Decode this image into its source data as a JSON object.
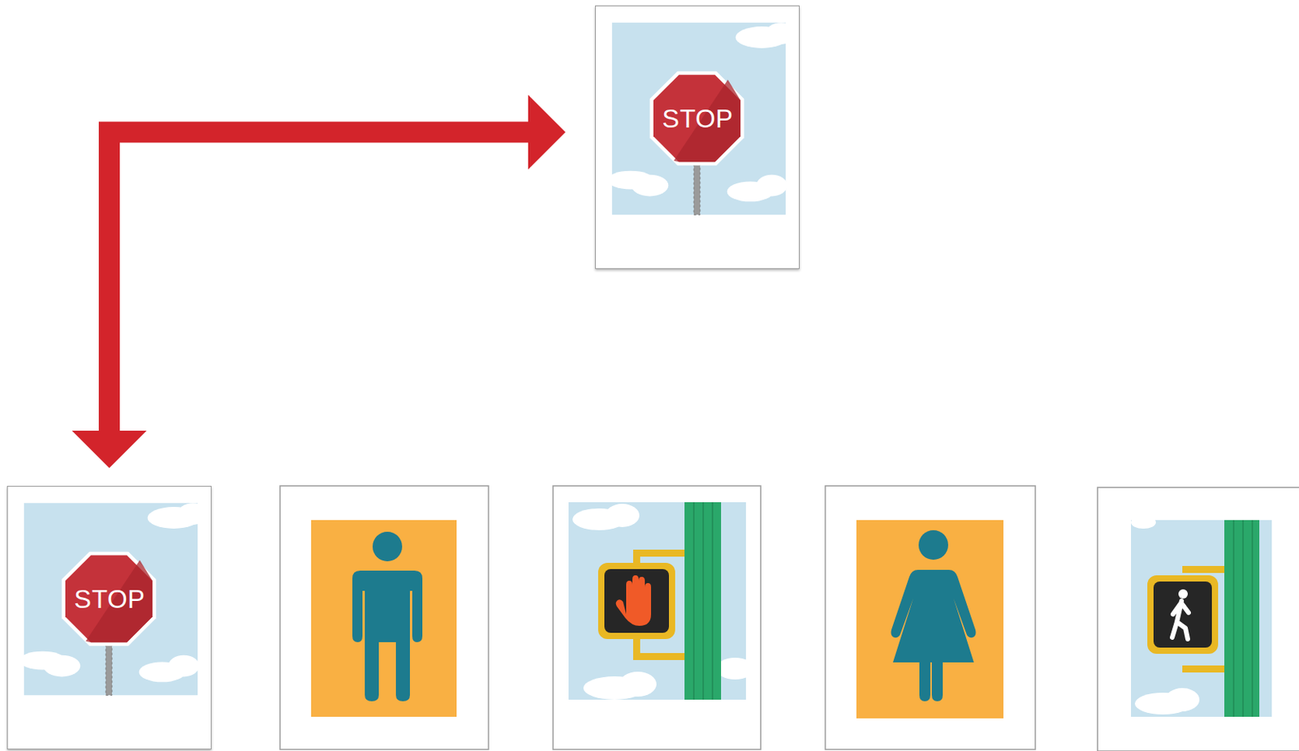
{
  "diagram": {
    "nodes": [
      {
        "text": [
          "STOP"
        ]
      },
      {
        "text": [
          "STOP"
        ]
      }
    ],
    "edges": [
      {
        "from": 0,
        "to": 1,
        "arrow": "both"
      }
    ]
  }
}
